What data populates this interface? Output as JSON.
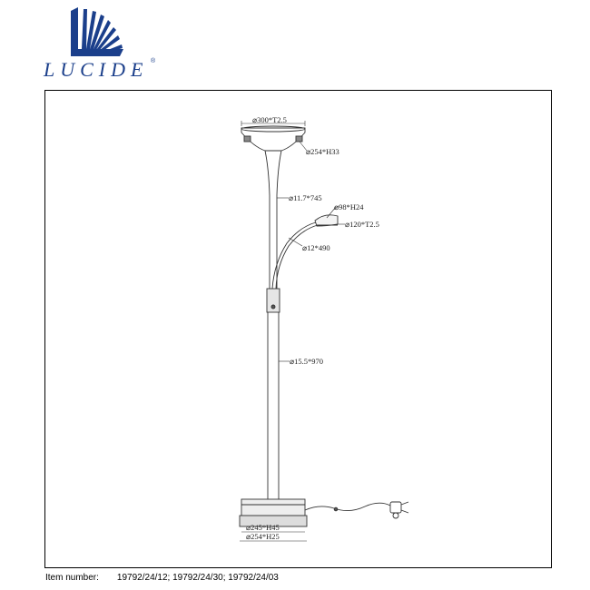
{
  "brand": {
    "name": "LUCIDE",
    "registered_mark": "®",
    "color": "#1b3f8b"
  },
  "dimensions": {
    "top_dish": "⌀300*T2.5",
    "top_dish_height": "⌀254*H33",
    "upper_tube": "⌀11.7*745",
    "reading_head": "⌀98*H24",
    "reading_disc": "⌀120*T2.5",
    "reading_arm": "⌀12*490",
    "main_tube": "⌀15.5*970",
    "base_top": "⌀245*H45",
    "base_bottom": "⌀254*H25"
  },
  "footer": {
    "label": "Item number:",
    "value": "19792/24/12; 19792/24/30; 19792/24/03"
  }
}
